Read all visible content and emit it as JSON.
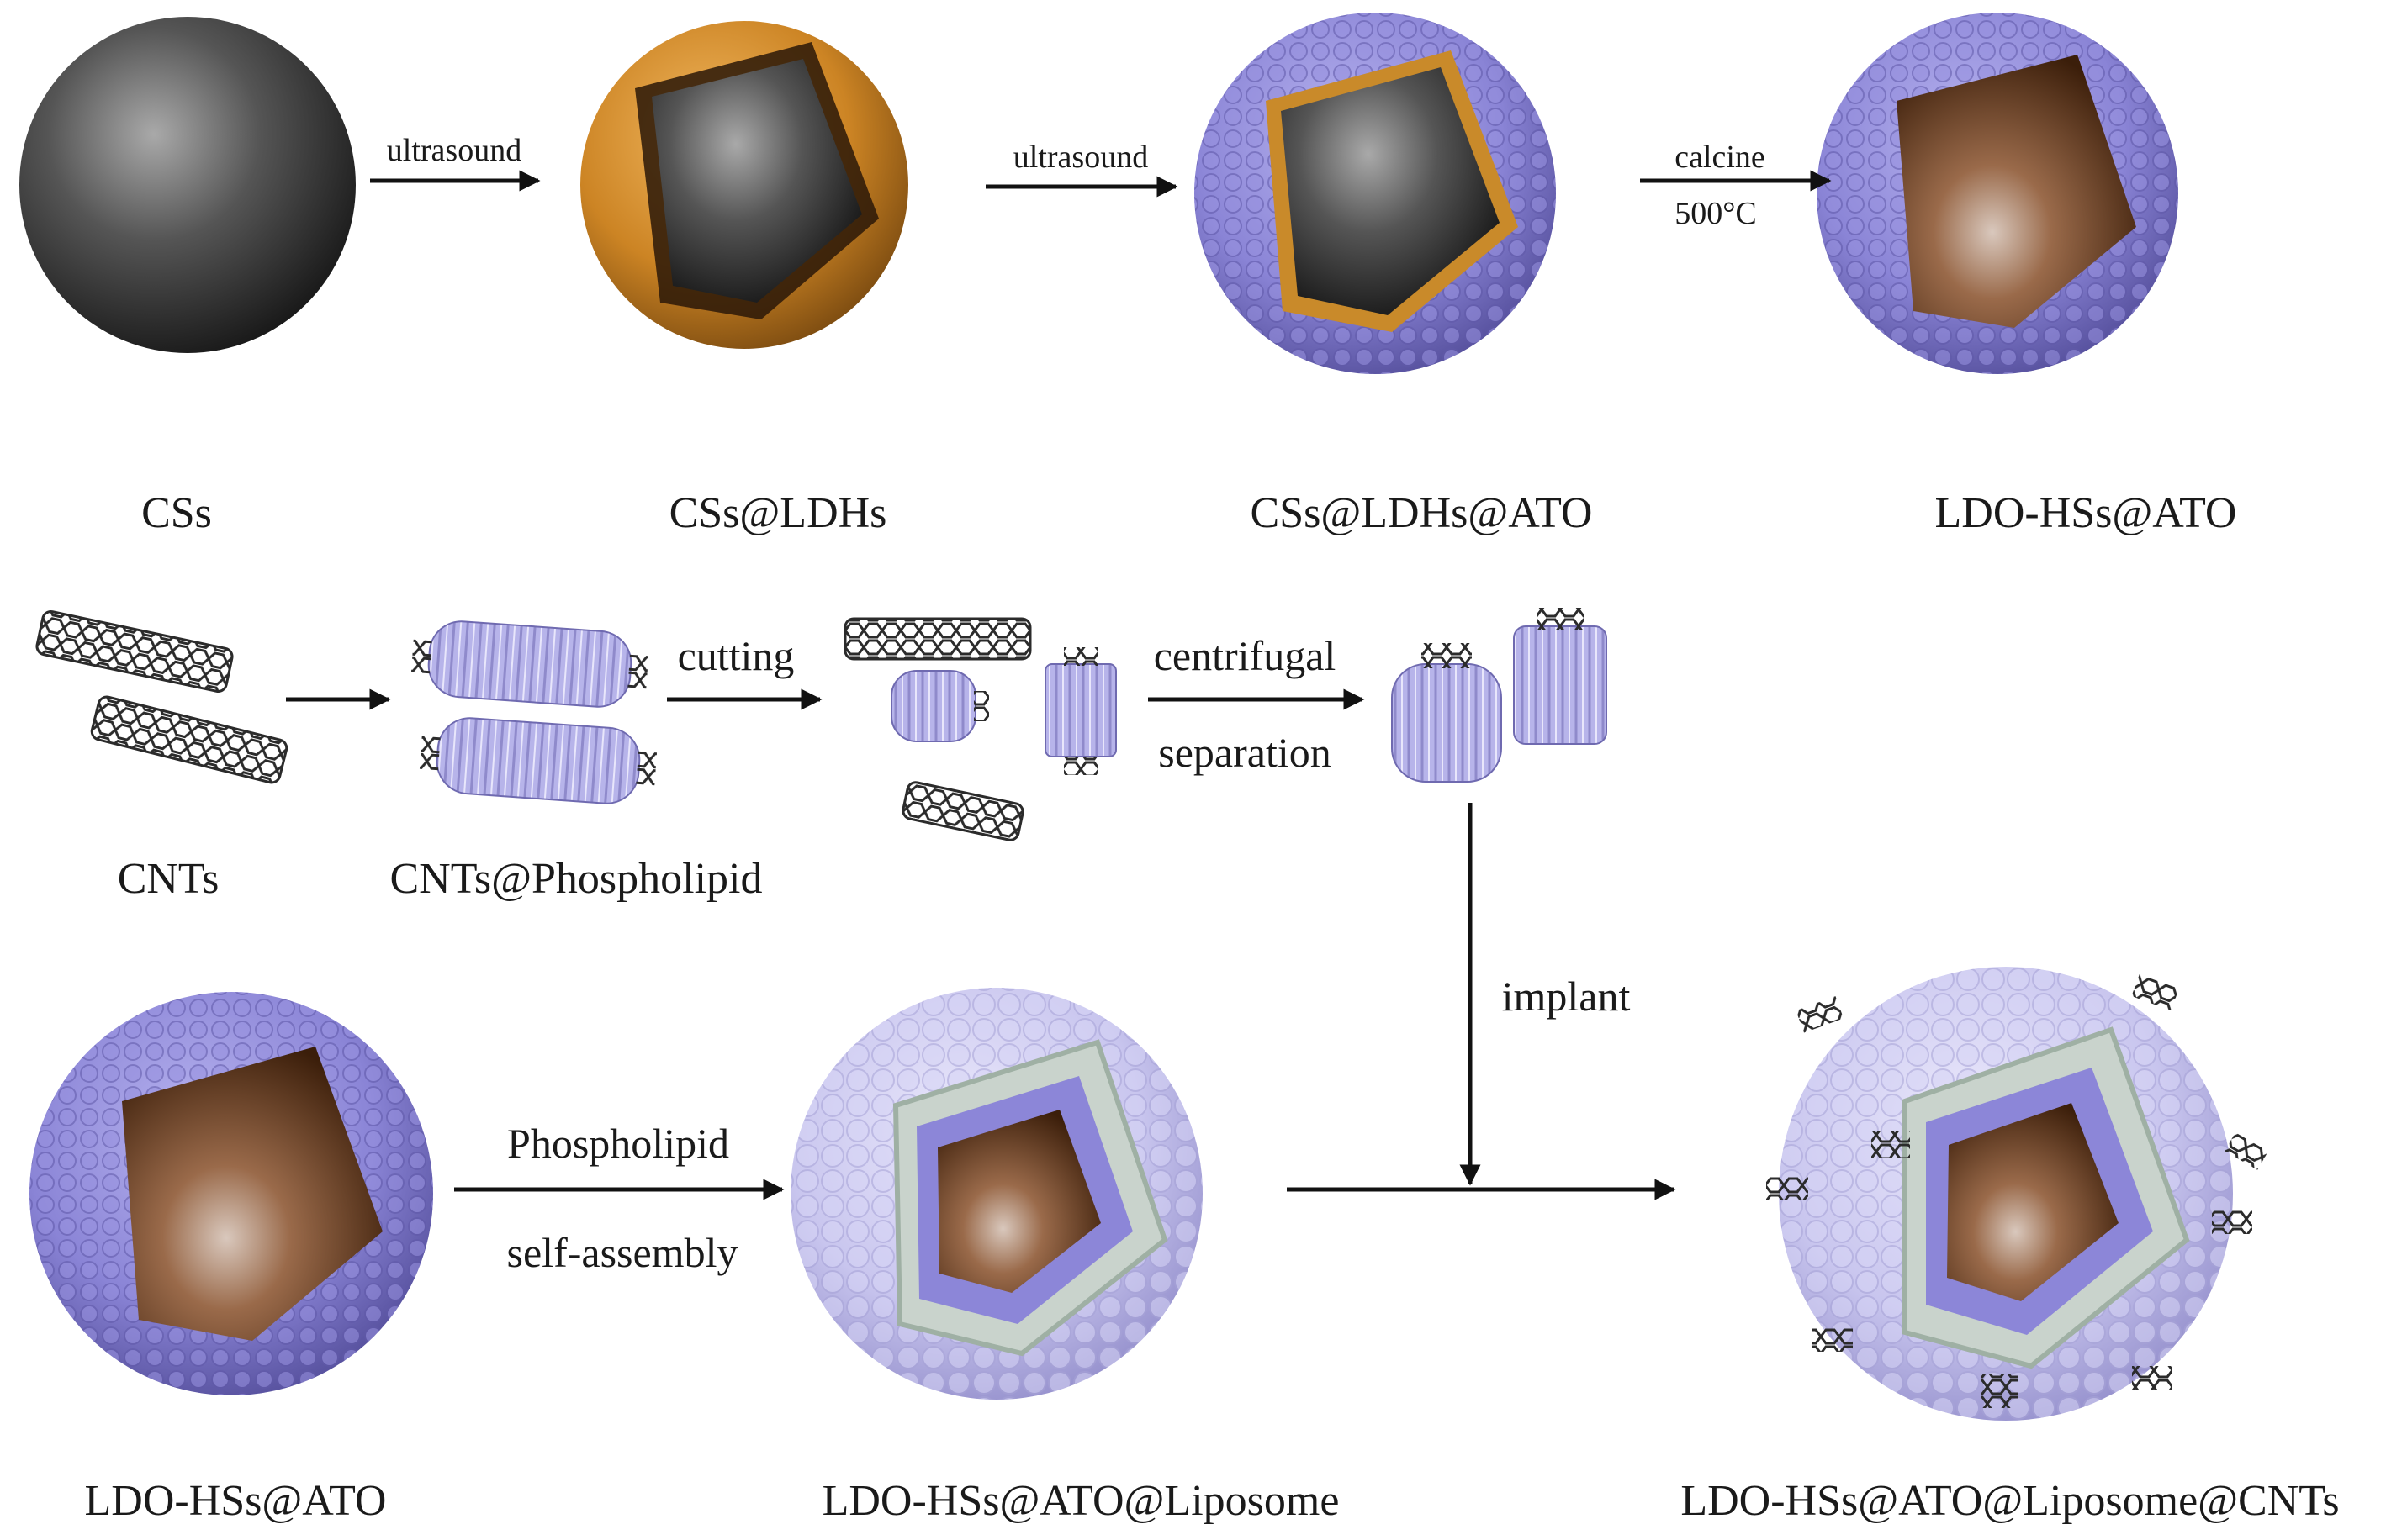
{
  "row1": {
    "stages": [
      {
        "id": "css",
        "label": "CSs"
      },
      {
        "id": "css-ldhs",
        "label": "CSs@LDHs"
      },
      {
        "id": "css-ldhs-ato",
        "label": "CSs@LDHs@ATO"
      },
      {
        "id": "ldo-hss-ato",
        "label": "LDO-HSs@ATO"
      }
    ],
    "arrows": [
      {
        "label": "ultrasound"
      },
      {
        "label": "ultrasound"
      },
      {
        "label": "calcine",
        "sublabel": "500°C"
      }
    ]
  },
  "row2": {
    "stages": [
      {
        "id": "cnts",
        "label": "CNTs"
      },
      {
        "id": "cnts-phospholipid",
        "label": "CNTs@Phospholipid"
      }
    ],
    "arrows": [
      {
        "label": ""
      },
      {
        "label": "cutting"
      },
      {
        "label": "centrifugal",
        "sublabel": "separation"
      }
    ],
    "implant_label": "implant"
  },
  "row3": {
    "stages": [
      {
        "id": "ldo-hss-ato-2",
        "label": "LDO-HSs@ATO"
      },
      {
        "id": "ldo-hss-ato-liposome",
        "label": "LDO-HSs@ATO@Liposome"
      },
      {
        "id": "ldo-hss-ato-liposome-cnts",
        "label": "LDO-HSs@ATO@Liposome@CNTs"
      }
    ],
    "arrows": [
      {
        "label": "Phospholipid",
        "sublabel": "self-assembly"
      }
    ]
  },
  "colors": {
    "carbon": "#2e2e2e",
    "ldh_shell": "#c98a2a",
    "ato_particles": "#8c86d8",
    "liposome": "#c9c7ee",
    "hollow_interior": "#5a3418",
    "arrow": "#111111"
  }
}
